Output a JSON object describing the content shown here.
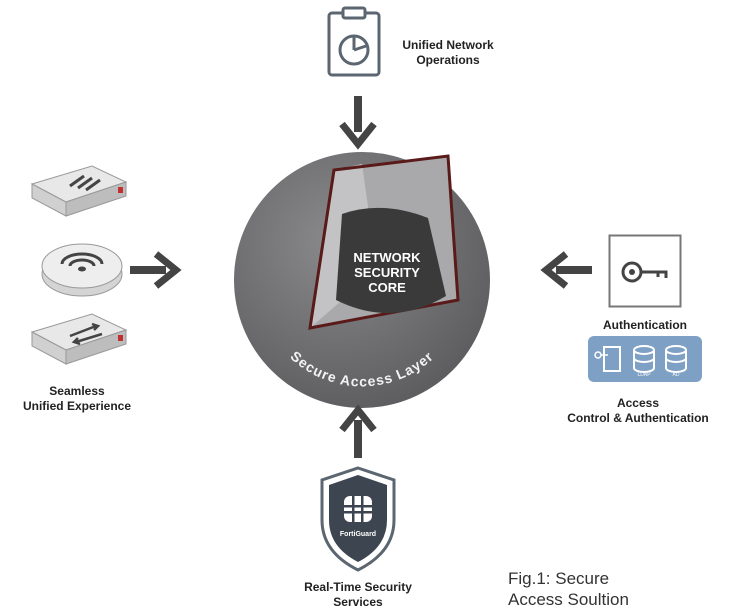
{
  "top_label": [
    "Unified Network",
    "Operations"
  ],
  "left_label": [
    "Seamless",
    "Unified Experience"
  ],
  "right_auth_label": "Authentication",
  "right_access_label": [
    "Access",
    "Control & Authentication"
  ],
  "bottom_label": [
    "Real-Time Security",
    "Services"
  ],
  "core_lines": [
    "NETWORK",
    "SECURITY",
    "CORE"
  ],
  "ring_text": "Secure Access Layer",
  "shield_text": "FortiGuard",
  "db_tags": [
    "LDAP",
    "AD"
  ],
  "caption_lines": [
    "Fig.1: Secure",
    "Access Soultion"
  ],
  "colors": {
    "sphere_outer": "#6e6e70",
    "sphere_cut": "#a9a9ab",
    "core": "#3a3a3a",
    "accent_red": "#5a1a1a",
    "arrow": "#444444",
    "auth_panel": "#7ea0c4"
  }
}
